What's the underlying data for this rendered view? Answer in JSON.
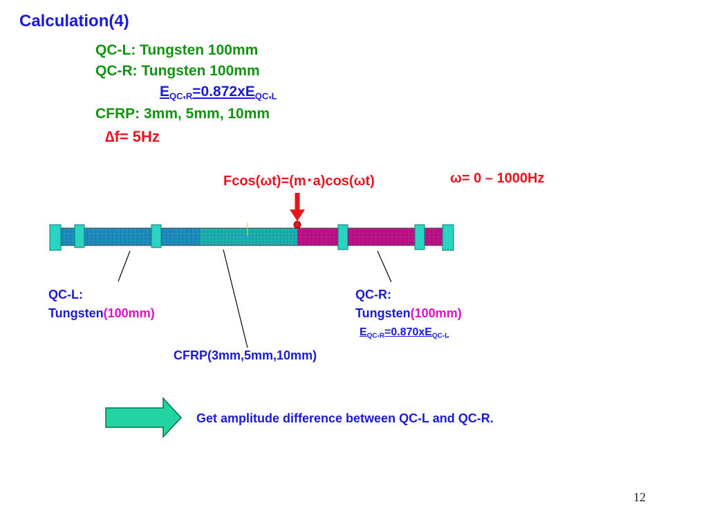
{
  "slide": {
    "title": "Calculation(4)",
    "page_number": "12"
  },
  "params": {
    "qc_l": "QC-L: Tungsten 100mm",
    "qc_r": "QC-R: Tungsten 100mm",
    "eq1": {
      "e": "E",
      "sub1": "QC-R",
      "mid": "=0.872xE",
      "sub2": "QC-L"
    },
    "cfrp": "CFRP: 3mm, 5mm, 10mm",
    "delta_symbol": "∆",
    "delta_text": "f= 5Hz"
  },
  "force": {
    "formula": "Fcos(ωt)=(m･a)cos(ωt)",
    "omega_range": "ω= 0 – 1000Hz"
  },
  "labels": {
    "qc_l_name": "QC-L:",
    "qc_l_material": "Tungsten",
    "qc_l_length": "(100mm)",
    "qc_r_name": "QC-R:",
    "qc_r_material": "Tungsten",
    "qc_r_length": "(100mm)",
    "eq2": {
      "e": "E",
      "sub1": "QC-R",
      "mid": "=0.870xE",
      "sub2": "QC-L"
    },
    "cfrp": "CFRP(3mm,5mm,10mm)"
  },
  "conclusion": "Get amplitude difference between QC-L and QC-R.",
  "colors": {
    "title_blue": "#1a1ad6",
    "param_green": "#119311",
    "delta_red": "#e8141e",
    "length_magenta": "#e010c8",
    "tungsten_left": "#1f8fc0",
    "cfrp_section": "#1fb2b0",
    "tungsten_right": "#c0148c",
    "arrow_green": "#22d4a0"
  }
}
